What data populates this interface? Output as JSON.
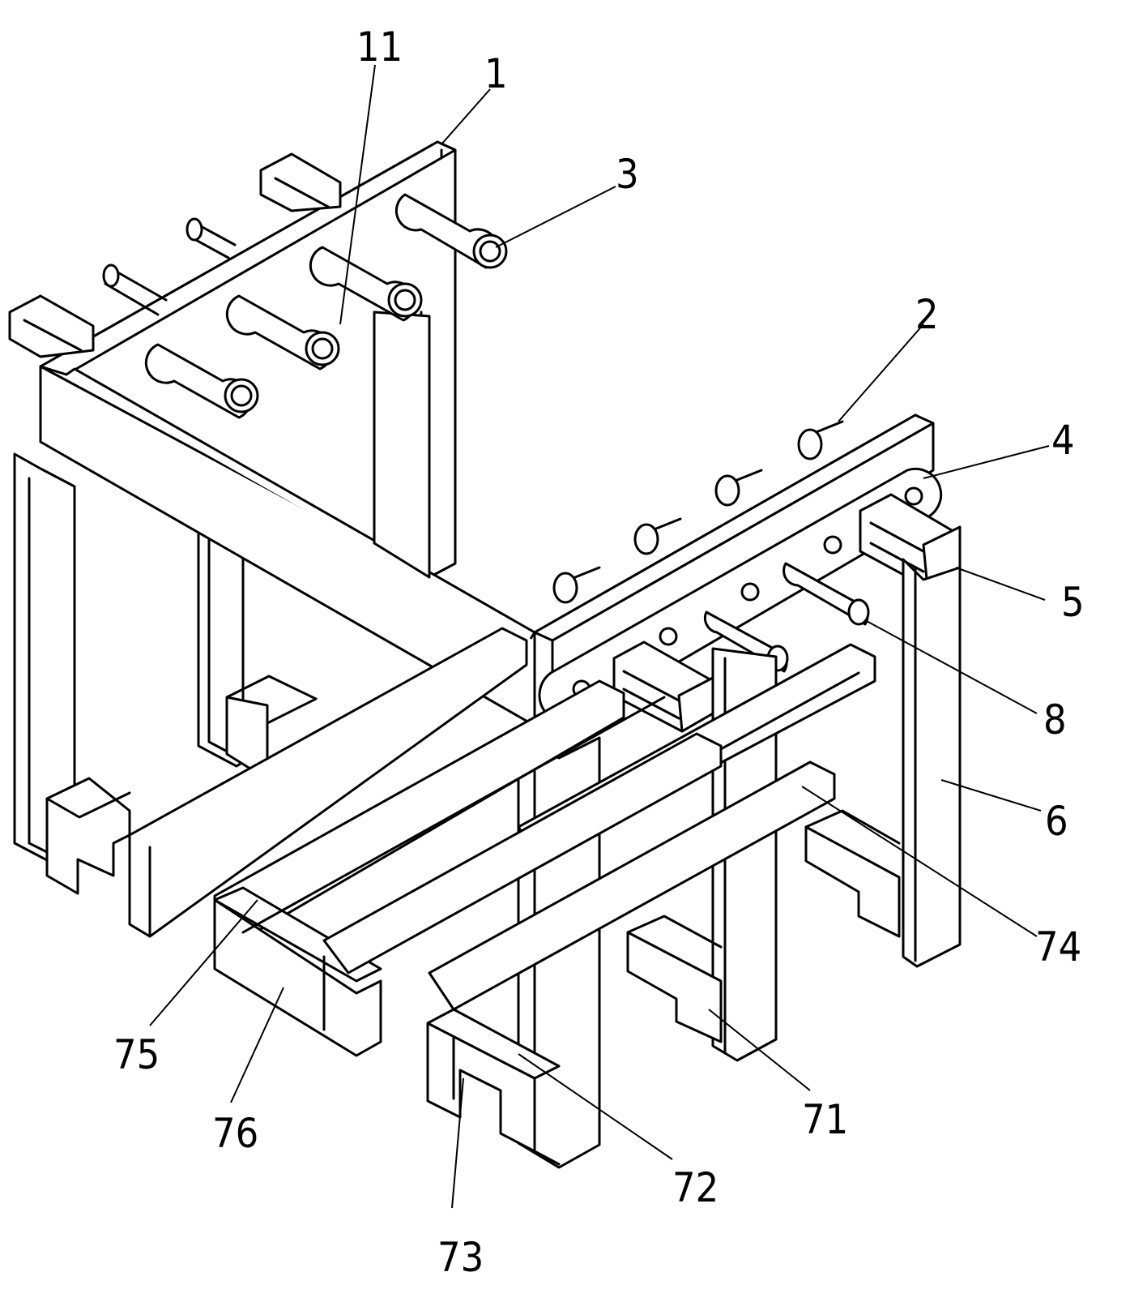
{
  "figure": {
    "labels": {
      "l11": "11",
      "l1": "1",
      "l3": "3",
      "l2": "2",
      "l4": "4",
      "l5": "5",
      "l8": "8",
      "l6": "6",
      "l74": "74",
      "l75": "75",
      "l76": "76",
      "l71": "71",
      "l72": "72",
      "l73": "73"
    }
  }
}
